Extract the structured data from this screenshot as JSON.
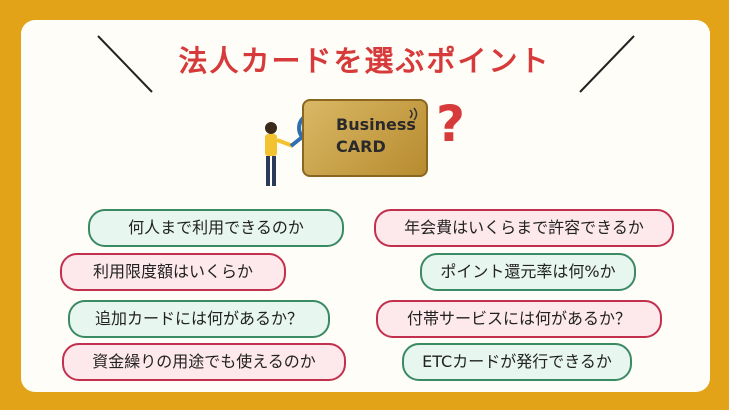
{
  "title": "法人カードを選ぶポイント",
  "card": {
    "line1": "Business",
    "line2": "CARD"
  },
  "question_mark": "?",
  "left_bubbles": [
    {
      "text": "何人まで利用できるのか"
    },
    {
      "text": "利用限度額はいくらか"
    },
    {
      "text": "追加カードには何があるか？"
    },
    {
      "text": "資金繰りの用途でも使えるのか"
    }
  ],
  "right_bubbles": [
    {
      "text": "年会費はいくらまで許容できるか"
    },
    {
      "text": "ポイント還元率は何%か"
    },
    {
      "text": "付帯サービスには何があるか？"
    },
    {
      "text": "ETCカードが発行できるか"
    }
  ],
  "colors": {
    "frame": "#e3a318",
    "title": "#d63a3a",
    "green_border": "#3a8a63",
    "pink_border": "#c2304e",
    "card_gold": "#c9a24a"
  }
}
